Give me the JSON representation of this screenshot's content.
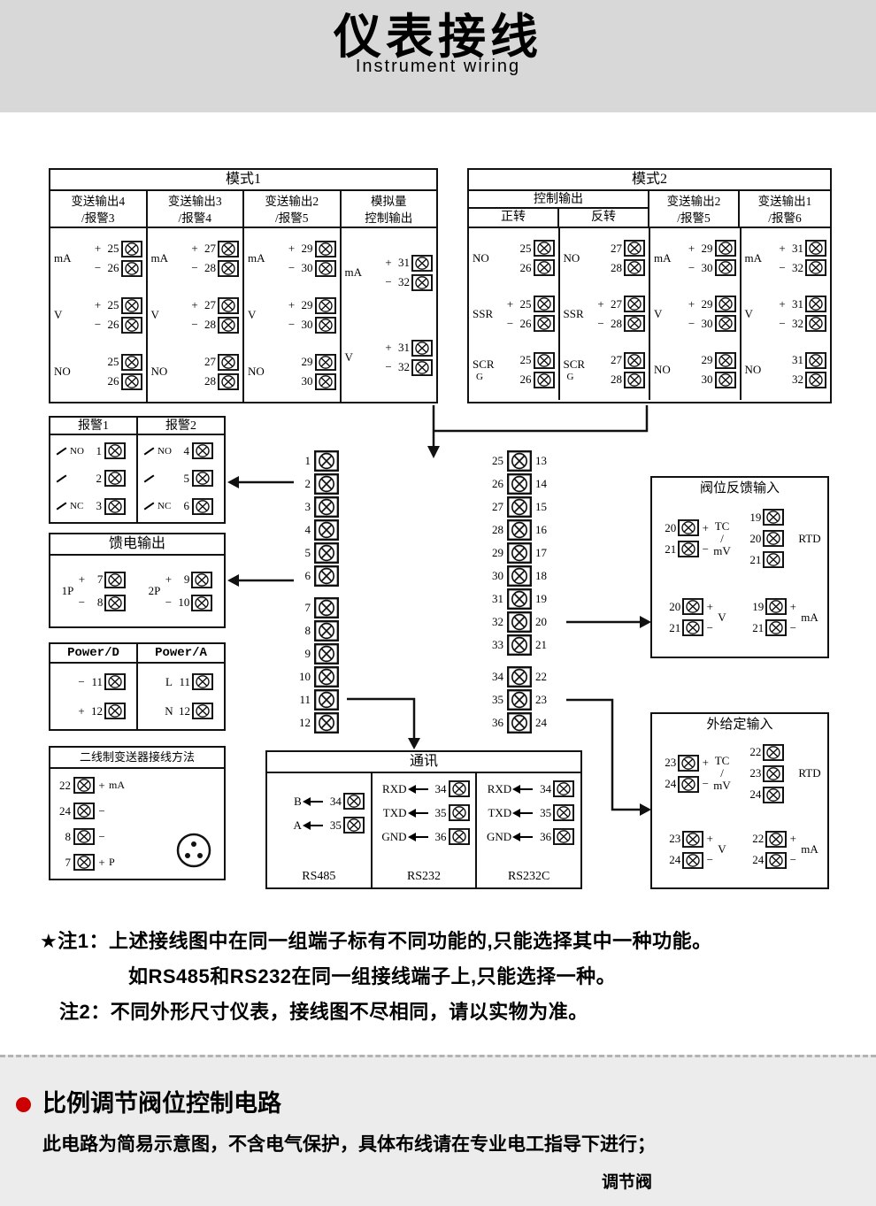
{
  "header": {
    "title": "仪表接线",
    "subtitle": "Instrument wiring"
  },
  "colors": {
    "header_band": "#d8d8d8",
    "bottom_band": "#ececec",
    "bullet": "#cc0000"
  },
  "mode1": {
    "title": "模式1",
    "columns": [
      {
        "h1": "变送输出4",
        "h2": "/报警3",
        "rows": [
          {
            "l": "mA",
            "s1": "+",
            "s2": "−",
            "n1": "25",
            "n2": "26"
          },
          {
            "l": "V",
            "s1": "+",
            "s2": "−",
            "n1": "25",
            "n2": "26"
          },
          {
            "l": "NO",
            "s1": "",
            "s2": "",
            "n1": "25",
            "n2": "26"
          }
        ]
      },
      {
        "h1": "变送输出3",
        "h2": "/报警4",
        "rows": [
          {
            "l": "mA",
            "s1": "+",
            "s2": "−",
            "n1": "27",
            "n2": "28"
          },
          {
            "l": "V",
            "s1": "+",
            "s2": "−",
            "n1": "27",
            "n2": "28"
          },
          {
            "l": "NO",
            "s1": "",
            "s2": "",
            "n1": "27",
            "n2": "28"
          }
        ]
      },
      {
        "h1": "变送输出2",
        "h2": "/报警5",
        "rows": [
          {
            "l": "mA",
            "s1": "+",
            "s2": "−",
            "n1": "29",
            "n2": "30"
          },
          {
            "l": "V",
            "s1": "+",
            "s2": "−",
            "n1": "29",
            "n2": "30"
          },
          {
            "l": "NO",
            "s1": "",
            "s2": "",
            "n1": "29",
            "n2": "30"
          }
        ]
      },
      {
        "h1": "模拟量",
        "h2": "控制输出",
        "rows": [
          {
            "l": "mA",
            "s1": "+",
            "s2": "−",
            "n1": "31",
            "n2": "32"
          },
          {
            "l": "V",
            "s1": "+",
            "s2": "−",
            "n1": "31",
            "n2": "32"
          }
        ]
      }
    ]
  },
  "mode2": {
    "title": "模式2",
    "control_header": "控制输出",
    "sub1": "正转",
    "sub2": "反转",
    "col2h1": "变送输出2",
    "col2h2": "/报警5",
    "col3h1": "变送输出1",
    "col3h2": "/报警6",
    "columns": [
      {
        "rows": [
          {
            "l": "NO",
            "s1": "",
            "s2": "",
            "n1": "25",
            "n2": "26"
          },
          {
            "l": "SSR",
            "s1": "+",
            "s2": "−",
            "n1": "25",
            "n2": "26"
          },
          {
            "l": "SCR",
            "l2": "G",
            "s1": "",
            "s2": "",
            "n1": "25",
            "n2": "26"
          }
        ]
      },
      {
        "rows": [
          {
            "l": "NO",
            "s1": "",
            "s2": "",
            "n1": "27",
            "n2": "28"
          },
          {
            "l": "SSR",
            "s1": "+",
            "s2": "−",
            "n1": "27",
            "n2": "28"
          },
          {
            "l": "SCR",
            "l2": "G",
            "s1": "",
            "s2": "",
            "n1": "27",
            "n2": "28"
          }
        ]
      },
      {
        "rows": [
          {
            "l": "mA",
            "s1": "+",
            "s2": "−",
            "n1": "29",
            "n2": "30"
          },
          {
            "l": "V",
            "s1": "+",
            "s2": "−",
            "n1": "29",
            "n2": "30"
          },
          {
            "l": "NO",
            "s1": "",
            "s2": "",
            "n1": "29",
            "n2": "30"
          }
        ]
      },
      {
        "rows": [
          {
            "l": "mA",
            "s1": "+",
            "s2": "−",
            "n1": "31",
            "n2": "32"
          },
          {
            "l": "V",
            "s1": "+",
            "s2": "−",
            "n1": "31",
            "n2": "32"
          },
          {
            "l": "NO",
            "s1": "",
            "s2": "",
            "n1": "31",
            "n2": "32"
          }
        ]
      }
    ]
  },
  "alarm": {
    "col1": {
      "header": "报警1",
      "rows": [
        {
          "l": "NO",
          "n": "1"
        },
        {
          "l": "",
          "n": "2"
        },
        {
          "l": "NC",
          "n": "3"
        }
      ]
    },
    "col2": {
      "header": "报警2",
      "rows": [
        {
          "l": "NO",
          "n": "4"
        },
        {
          "l": "",
          "n": "5"
        },
        {
          "l": "NC",
          "n": "6"
        }
      ]
    }
  },
  "feed": {
    "title": "馈电输出",
    "groups": [
      {
        "label": "1P",
        "rows": [
          {
            "s": "+",
            "n": "7"
          },
          {
            "s": "−",
            "n": "8"
          }
        ]
      },
      {
        "label": "2P",
        "rows": [
          {
            "s": "+",
            "n": "9"
          },
          {
            "s": "−",
            "n": "10"
          }
        ]
      }
    ]
  },
  "power": {
    "columns": [
      {
        "header": "Power/D",
        "rows": [
          {
            "s": "−",
            "n": "11"
          },
          {
            "s": "+",
            "n": "12"
          }
        ]
      },
      {
        "header": "Power/A",
        "rows": [
          {
            "s": "L",
            "n": "11"
          },
          {
            "s": "N",
            "n": "12"
          }
        ]
      }
    ]
  },
  "twowire": {
    "title": "二线制变送器接线方法",
    "rows": [
      {
        "n": "22",
        "s": "+",
        "lab": "mA"
      },
      {
        "n": "24",
        "s": "−",
        "lab": ""
      },
      {
        "n": "8",
        "s": "−",
        "lab": ""
      },
      {
        "n": "7",
        "s": "+",
        "lab": "P"
      }
    ]
  },
  "center": {
    "left1": [
      "1",
      "2",
      "3",
      "4",
      "5",
      "6"
    ],
    "left2": [
      "7",
      "8",
      "9",
      "10",
      "11",
      "12"
    ],
    "right1": [
      {
        "a": "25",
        "b": "13"
      },
      {
        "a": "26",
        "b": "14"
      },
      {
        "a": "27",
        "b": "15"
      },
      {
        "a": "28",
        "b": "16"
      },
      {
        "a": "29",
        "b": "17"
      },
      {
        "a": "30",
        "b": "18"
      },
      {
        "a": "31",
        "b": "19"
      },
      {
        "a": "32",
        "b": "20"
      },
      {
        "a": "33",
        "b": "21"
      }
    ],
    "right2": [
      {
        "a": "34",
        "b": "22"
      },
      {
        "a": "35",
        "b": "23"
      },
      {
        "a": "36",
        "b": "24"
      }
    ]
  },
  "comm": {
    "title": "通讯",
    "sections": [
      {
        "name": "RS485",
        "rows": [
          {
            "l": "B",
            "n": "34"
          },
          {
            "l": "A",
            "n": "35"
          }
        ]
      },
      {
        "name": "RS232",
        "rows": [
          {
            "l": "RXD",
            "n": "34"
          },
          {
            "l": "TXD",
            "n": "35"
          },
          {
            "l": "GND",
            "n": "36"
          }
        ]
      },
      {
        "name": "RS232C",
        "rows": [
          {
            "l": "RXD",
            "n": "34"
          },
          {
            "l": "TXD",
            "n": "35"
          },
          {
            "l": "GND",
            "n": "36"
          }
        ]
      }
    ]
  },
  "valve": {
    "title": "阀位反馈输入",
    "tl": {
      "rows": [
        {
          "n": "20",
          "s": "+"
        },
        {
          "n": "21",
          "s": "−"
        }
      ],
      "label": "TC\n/\nmV"
    },
    "tr": {
      "rows": [
        {
          "n": "19",
          "s": ""
        },
        {
          "n": "20",
          "s": ""
        },
        {
          "n": "21",
          "s": ""
        }
      ],
      "label": "RTD"
    },
    "bl": {
      "rows": [
        {
          "n": "20",
          "s": "+"
        },
        {
          "n": "21",
          "s": "−"
        }
      ],
      "label": "V"
    },
    "br": {
      "rows": [
        {
          "n": "19",
          "s": "+"
        },
        {
          "n": "21",
          "s": "−"
        }
      ],
      "label": "mA"
    }
  },
  "ext": {
    "title": "外给定输入",
    "tl": {
      "rows": [
        {
          "n": "23",
          "s": "+"
        },
        {
          "n": "24",
          "s": "−"
        }
      ],
      "label": "TC\n/\nmV"
    },
    "tr": {
      "rows": [
        {
          "n": "22",
          "s": ""
        },
        {
          "n": "23",
          "s": ""
        },
        {
          "n": "24",
          "s": ""
        }
      ],
      "label": "RTD"
    },
    "bl": {
      "rows": [
        {
          "n": "23",
          "s": "+"
        },
        {
          "n": "24",
          "s": "−"
        }
      ],
      "label": "V"
    },
    "br": {
      "rows": [
        {
          "n": "22",
          "s": "+"
        },
        {
          "n": "24",
          "s": "−"
        }
      ],
      "label": "mA"
    }
  },
  "notes": {
    "n1_label": "★注1：",
    "n1_line1": "上述接线图中在同一组端子标有不同功能的,只能选择其中一种功能。",
    "n1_line2": "如RS485和RS232在同一组接线端子上,只能选择一种。",
    "n2_label": "注2：",
    "n2_text": "不同外形尺寸仪表，接线图不尽相同，请以实物为准。"
  },
  "bottom": {
    "title": "比例调节阀位控制电路",
    "subtitle": "此电路为简易示意图，不含电气保护，具体布线请在专业电工指导下进行；",
    "right_label": "调节阀"
  }
}
